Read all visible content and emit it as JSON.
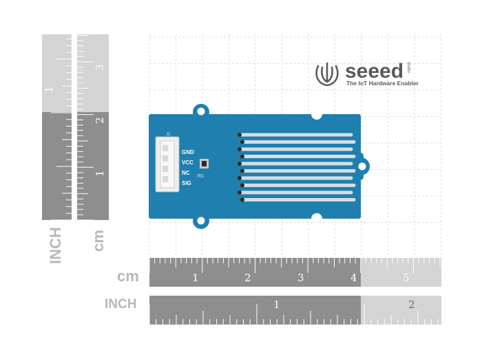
{
  "brand": {
    "name": "seeed",
    "superscript": "studio",
    "tagline": "The IoT Hardware Enabler"
  },
  "rulers": {
    "bottom_cm": {
      "unit_label": "cm",
      "numbers": [
        "1",
        "2",
        "3",
        "4",
        "5"
      ]
    },
    "bottom_inch": {
      "unit_label": "INCH",
      "numbers": [
        "1",
        "2"
      ]
    },
    "left_inch": {
      "unit_label": "INCH",
      "numbers": [
        "1"
      ]
    },
    "left_cm": {
      "unit_label": "cm",
      "numbers": [
        "1",
        "2",
        "3"
      ]
    }
  },
  "board": {
    "connector_ref": "J1",
    "pins": [
      "GND",
      "VCC",
      "NC",
      "SIG"
    ],
    "resistor_ref": "R1"
  },
  "colors": {
    "pcb": "#1f7fae",
    "ruler_dark": "#8e8e8e",
    "ruler_light": "#d4d4d4",
    "grid": "#dddddd"
  }
}
